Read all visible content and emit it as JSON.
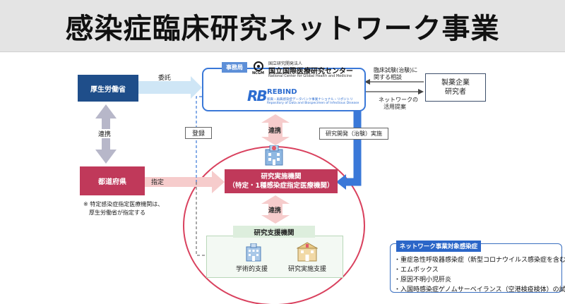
{
  "title": "感染症臨床研究ネットワーク事業",
  "mhlw": "厚生労働省",
  "prefecture": "都道府県",
  "pharma": {
    "line1": "製薬企業",
    "line2": "研究者"
  },
  "secretariat_tag": "事務局",
  "ncgm": {
    "org_small": "国立研究開発法人",
    "name": "国立国際医療研究センター",
    "name_en": "National Center for Global Health and Medicine",
    "logo_text": "NCGM"
  },
  "rebind": {
    "logo": "RB",
    "name": "REBIND",
    "sub_jp": "新興・再興感染症データバンク事業ナショナル・リポジトリ",
    "sub_en": "Repository of Data and Biospecimen of Infectious Disease"
  },
  "labels": {
    "commission": "委託",
    "cooperation_vertical": "連携",
    "registration": "登録",
    "designation": "指定",
    "cooperation_upper": "連携",
    "cooperation_lower": "連携",
    "trial_consult_1": "臨床試験(治験)に",
    "trial_consult_2": "関する相談",
    "network_proposal_1": "ネットワークの",
    "network_proposal_2": "活用提案",
    "research_dev": "研究開発（治験）実施"
  },
  "institution": {
    "line1": "研究実施機関",
    "line2": "（特定・1種感染症指定医療機関）"
  },
  "note": {
    "line1": "※ 特定感染症指定医療機関は、",
    "line2": "厚生労働省が指定する"
  },
  "support": {
    "title": "研究支援機関",
    "academic": "学術的支援",
    "implementation": "研究実施支援"
  },
  "diseases": {
    "title": "ネットワーク事業対象感染症",
    "items": [
      "重症急性呼吸器感染症（新型コロナウイルス感染症を含む）",
      "エムポックス",
      "原因不明小児肝炎",
      "入国時感染症ゲノムサーベイランス（空港検疫検体）の試料"
    ]
  },
  "colors": {
    "navy": "#1f4e8a",
    "crimson": "#c0395a",
    "blue_accent": "#3a78d8",
    "light_blue": "#cfe6f6",
    "light_green": "#ddeedd",
    "pink_arrow": "#f6cccc",
    "ellipse": "#d9415e",
    "grey_arrow": "#b7b7c9"
  }
}
